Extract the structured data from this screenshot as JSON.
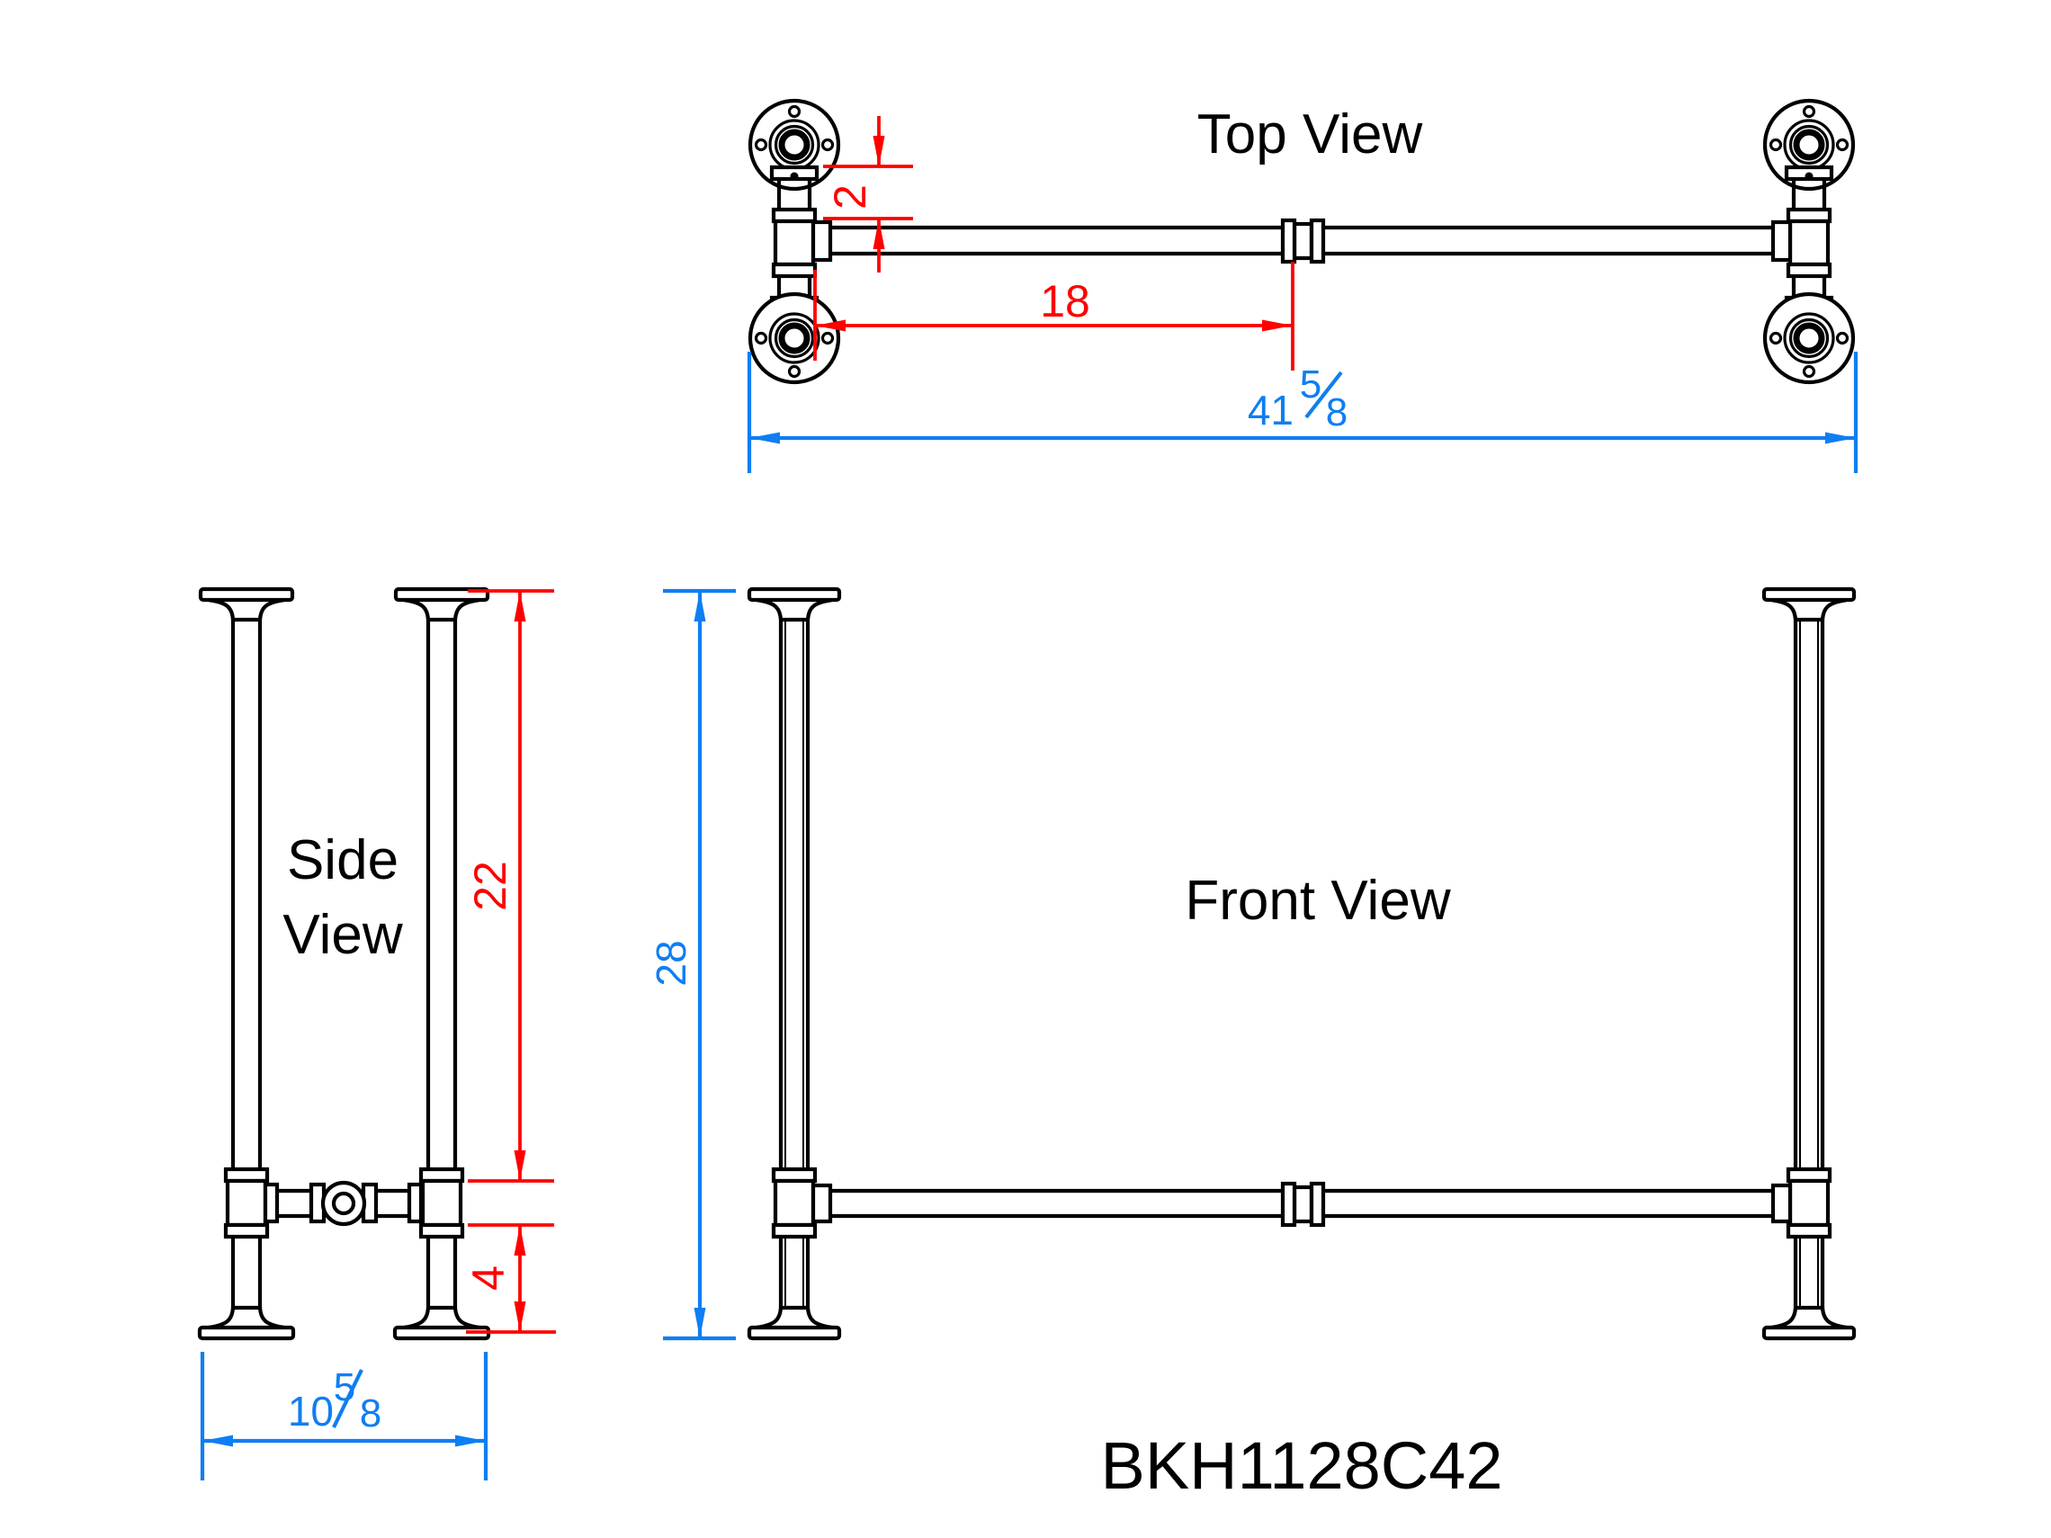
{
  "drawing": {
    "part_number": "BKH1128C42",
    "views": {
      "top": {
        "title": "Top View"
      },
      "side": {
        "title_line1": "Side",
        "title_line2": "View"
      },
      "front": {
        "title": "Front View"
      }
    },
    "dimensions": {
      "pipe_offset_depth": {
        "value": "2",
        "color": "red",
        "view": "top"
      },
      "leg_to_center": {
        "value": "18",
        "color": "red",
        "view": "top"
      },
      "overall_width": {
        "whole": "41",
        "numerator": "5",
        "denominator": "8",
        "color": "blue",
        "view": "top"
      },
      "leg_top_to_brace": {
        "value": "22",
        "color": "red",
        "view": "side"
      },
      "brace_to_floor": {
        "value": "4",
        "color": "red",
        "view": "side"
      },
      "overall_depth": {
        "whole": "10",
        "numerator": "5",
        "denominator": "8",
        "color": "blue",
        "view": "side"
      },
      "overall_height": {
        "value": "28",
        "color": "blue",
        "view": "front"
      }
    },
    "colors": {
      "dimension_red": "#fe0000",
      "dimension_blue": "#0f7ef2",
      "line_black": "#000000",
      "background": "#ffffff"
    }
  }
}
